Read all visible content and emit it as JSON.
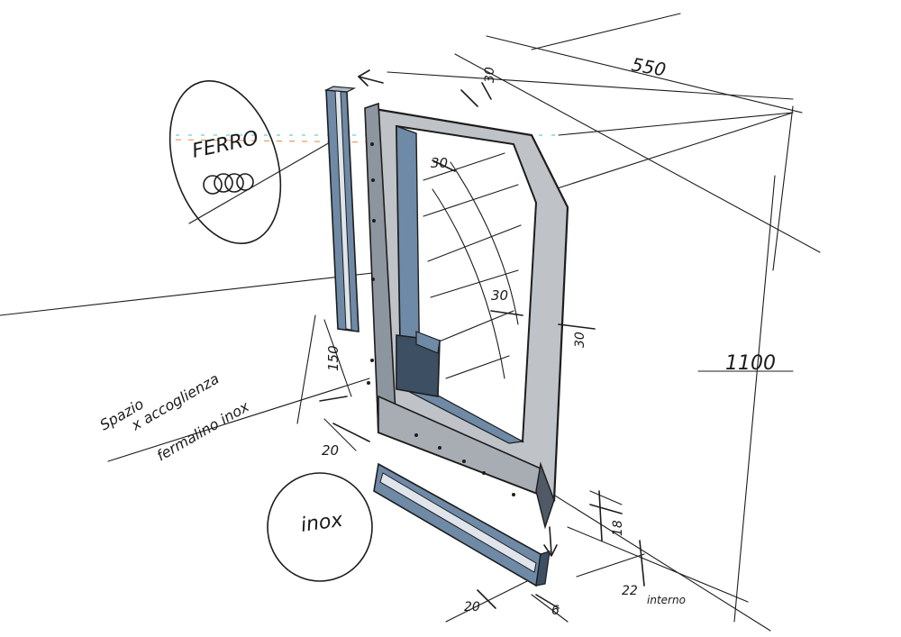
{
  "sketch": {
    "colors": {
      "paper": "#ffffff",
      "ink": "#1d1d1d",
      "steel_gray": "#9ea3a8",
      "blue_wash": "#6f8aa6",
      "dark_wash": "#3c4f63",
      "guide_cyan": "#38c5d8",
      "guide_orange": "#e08a3a"
    },
    "labels": {
      "ferro": "FERRO",
      "inox": "inox",
      "spazio_line1": "Spazio",
      "spazio_line2": "x accoglienza",
      "spazio_line3": "fermalino inox"
    },
    "dimensions": {
      "width_550": "550",
      "top_30": "30",
      "inner_30": "30",
      "mid_30": "30",
      "side_30": "30",
      "height_1100": "1100",
      "dim_150": "150",
      "dim_20_left": "20",
      "dim_18": "18",
      "dim_22": "22",
      "interno": "interno",
      "dim_20_bottom": "20",
      "dim_6": "6"
    }
  }
}
